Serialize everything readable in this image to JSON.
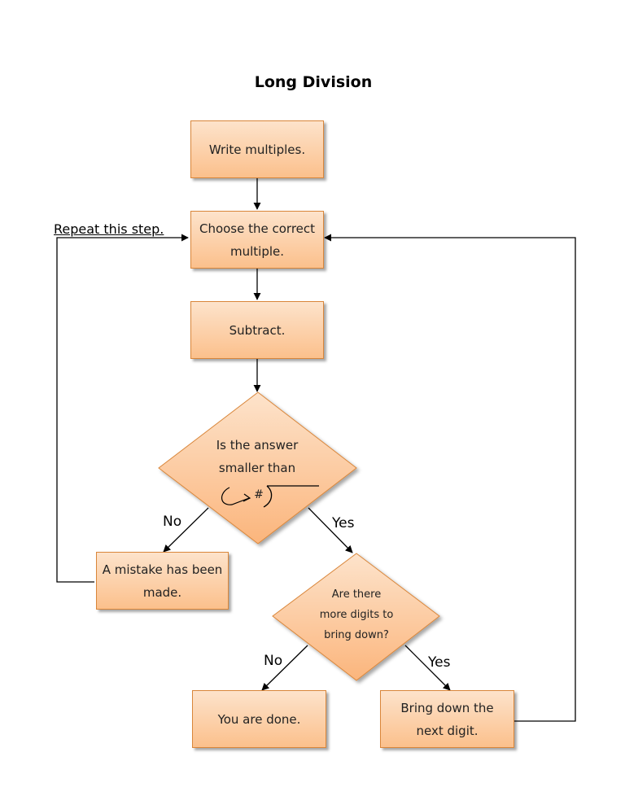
{
  "title": "Long Division",
  "nodes": {
    "write_multiples": "Write multiples.",
    "choose_multiple": "Choose the correct multiple.",
    "subtract": "Subtract.",
    "decision_smaller": {
      "line1": "Is the answer",
      "line2": "smaller than",
      "symbol": "#"
    },
    "mistake": "A mistake has been made.",
    "decision_more_digits": {
      "line1": "Are there",
      "line2": "more digits to",
      "line3": "bring down?"
    },
    "done": "You are done.",
    "bring_down": "Bring down the next digit."
  },
  "edge_labels": {
    "no_1": "No",
    "yes_1": "Yes",
    "no_2": "No",
    "yes_2": "Yes"
  },
  "annotation": "Repeat this step.",
  "colors": {
    "box_fill_top": "#fde3cb",
    "box_fill_bottom": "#fbc08c",
    "box_border": "#d9863a"
  }
}
